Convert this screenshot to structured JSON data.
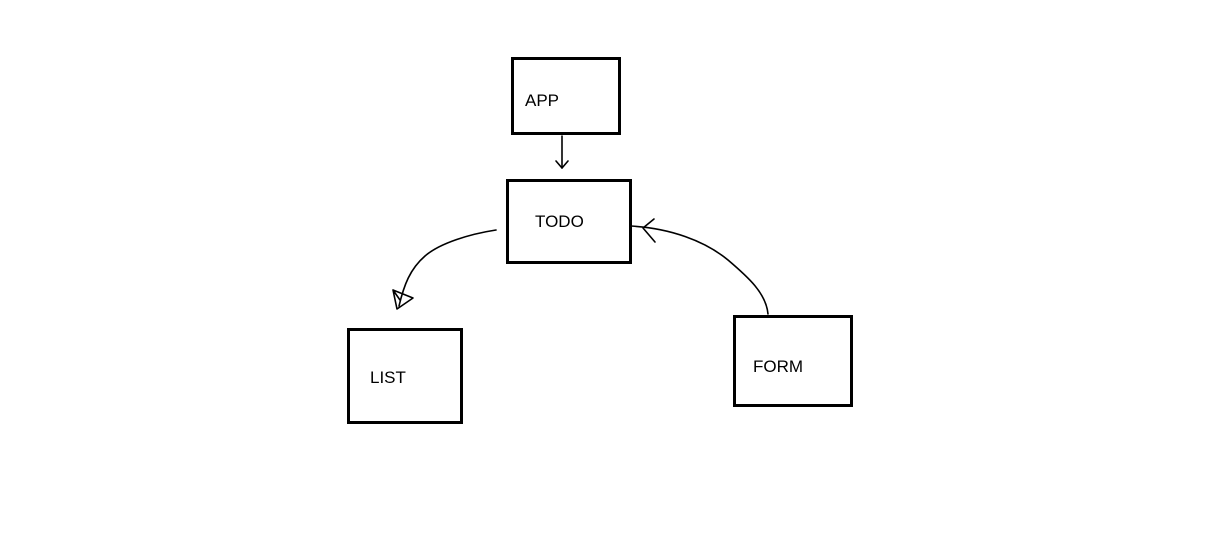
{
  "diagram": {
    "nodes": {
      "app": {
        "label": "APP"
      },
      "todo": {
        "label": "TODO"
      },
      "list": {
        "label": "LIST"
      },
      "form": {
        "label": "FORM"
      }
    },
    "edges": [
      {
        "from": "APP",
        "to": "TODO"
      },
      {
        "from": "TODO",
        "to": "LIST"
      },
      {
        "from": "FORM",
        "to": "TODO"
      }
    ],
    "colors": {
      "background": "#ffffff",
      "stroke": "#000000"
    }
  }
}
